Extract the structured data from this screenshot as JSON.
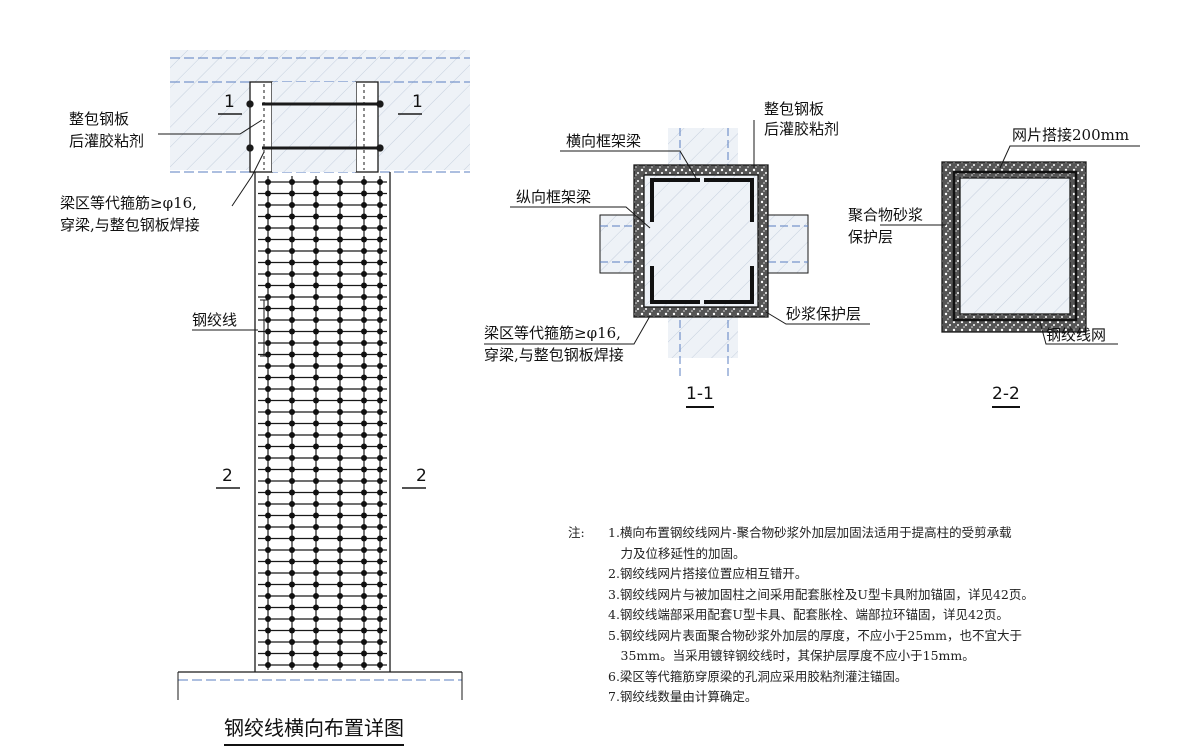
{
  "main_drawing": {
    "title": "钢绞线横向布置详图",
    "labels": {
      "steel_plate_line1": "整包钢板",
      "steel_plate_line2": "后灌胶粘剂",
      "stirrup_line1": "梁区等代箍筋≥φ16,",
      "stirrup_line2": "穿梁,与整包钢板焊接",
      "strand": "钢绞线"
    },
    "section_marks": {
      "sec1_left": "1",
      "sec1_right": "1",
      "sec2_left": "2",
      "sec2_right": "2"
    }
  },
  "section_1_1": {
    "title": "1-1",
    "labels": {
      "transverse_beam": "横向框架梁",
      "longitudinal_beam": "纵向框架梁",
      "steel_plate_line1": "整包钢板",
      "steel_plate_line2": "后灌胶粘剂",
      "mortar_layer": "砂浆保护层",
      "stirrup_line1": "梁区等代箍筋≥φ16,",
      "stirrup_line2": "穿梁,与整包钢板焊接"
    }
  },
  "section_2_2": {
    "title": "2-2",
    "labels": {
      "mesh_lap": "网片搭接200mm",
      "polymer_mortar_line1": "聚合物砂浆",
      "polymer_mortar_line2": "保护层",
      "strand_mesh": "钢绞线网"
    }
  },
  "notes": {
    "heading": "注:",
    "items": [
      "1.横向布置钢绞线网片-聚合物砂浆外加层加固法适用于提高柱的受剪承载",
      "　力及位移延性的加固。",
      "2.钢绞线网片搭接位置应相互错开。",
      "3.钢绞线网片与被加固柱之间采用配套胀栓及U型卡具附加锚固，详见42页。",
      "4.钢绞线端部采用配套U型卡具、配套胀栓、端部拉环锚固，详见42页。",
      "5.钢绞线网片表面聚合物砂浆外加层的厚度，不应小于25mm，也不宜大于",
      "　35mm。当采用镀锌钢绞线时，其保护层厚度不应小于15mm。",
      "6.梁区等代箍筋穿原梁的孔洞应采用胶粘剂灌注锚固。",
      "7.钢绞线数量由计算确定。"
    ]
  },
  "colors": {
    "line": "#1a1a1a",
    "dash": "#4a6fb5",
    "concrete": "#e8eef5"
  }
}
